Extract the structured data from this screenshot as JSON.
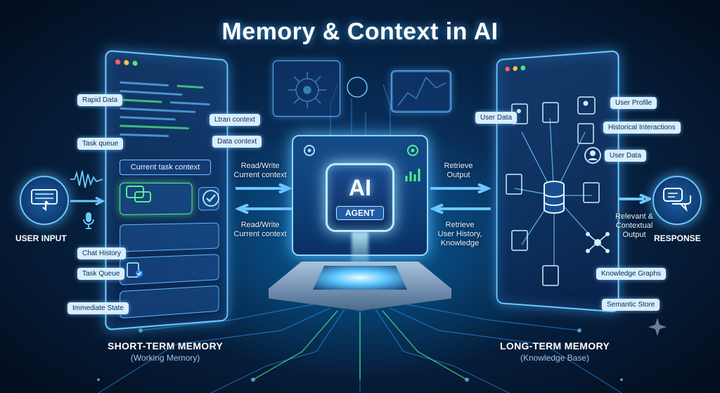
{
  "title": "Memory & Context in AI",
  "short_term": {
    "labels": {
      "rapid_data": "Rapid Data",
      "ltran_context": "Ltran context",
      "data_context": "Data context",
      "task_queue": "Task queue",
      "current_task_context": "Current task context",
      "chat_history": "Chat History",
      "task_queue_2": "Task Queue",
      "immediate_state": "Immediate State"
    },
    "title": "SHORT-TERM MEMORY",
    "subtitle": "(Working Memory)"
  },
  "long_term": {
    "labels": {
      "user_data": "User Data",
      "user_profile": "User Profile",
      "historical_interactions": "Historical Interactions",
      "user_data_2": "User Data",
      "knowledge_graphs": "Knowledge Graphs",
      "semantic_store": "Semantic Store"
    },
    "title": "LONG-TERM MEMORY",
    "subtitle": "(Knowledge Base)"
  },
  "flows": {
    "read_write_in_1": "Read/Write",
    "read_write_in_2": "Current context",
    "read_write_out_1": "Read/Write",
    "read_write_out_2": "Current context",
    "retrieve_output_1": "Retrieve",
    "retrieve_output_2": "Output",
    "retrieve_history_1": "Retrieve",
    "retrieve_history_2": "User History,",
    "retrieve_history_3": "Knowledge",
    "relevant_1": "Relevant &",
    "relevant_2": "Contextual",
    "relevant_3": "Output"
  },
  "agent": {
    "ai": "AI",
    "agent": "AGENT"
  },
  "user_input": "USER INPUT",
  "response": "RESPONSE",
  "icons": {
    "user_input": "keyboard-hand-icon",
    "response": "chat-bubbles-icon",
    "microphone": "microphone-icon",
    "sparkle": "sparkle-icon",
    "database": "database-icon"
  },
  "colors": {
    "accent": "#6cc9ff",
    "active": "#55f08a",
    "background": "#06203f",
    "pill": "#d8eeff"
  }
}
